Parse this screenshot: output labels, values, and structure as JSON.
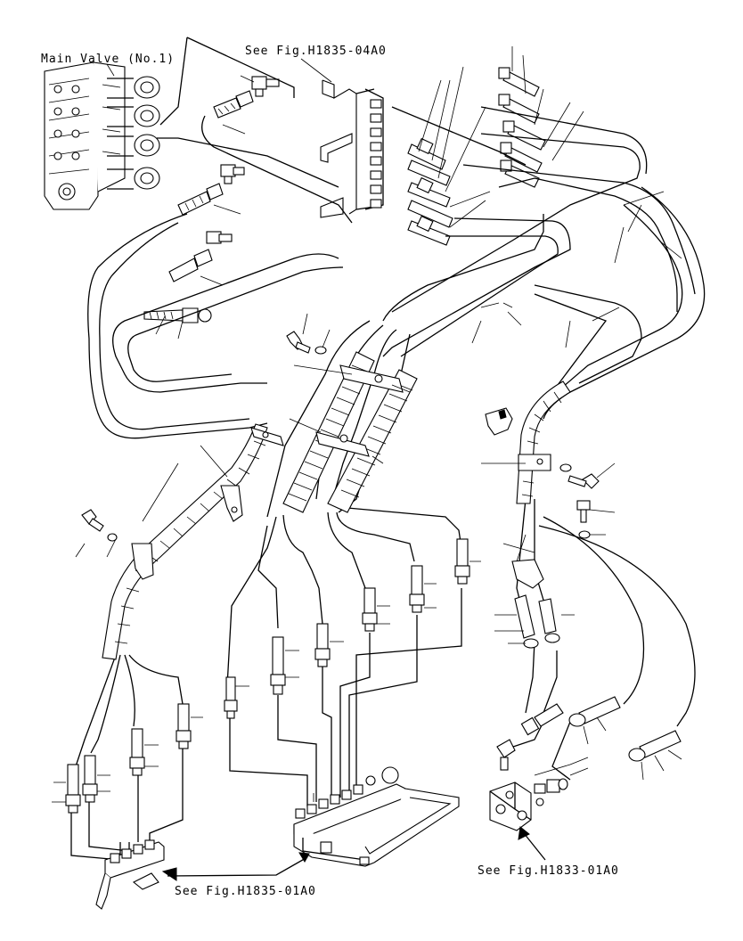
{
  "diagram": {
    "labels": {
      "main_valve": "Main Valve (No.1)",
      "ref_top": "See Fig.H1835-04A0",
      "ref_bottom_left": "See Fig.H1835-01A0",
      "ref_bottom_right": "See Fig.H1833-01A0"
    },
    "line_color": "#000000",
    "background_color": "#ffffff"
  }
}
